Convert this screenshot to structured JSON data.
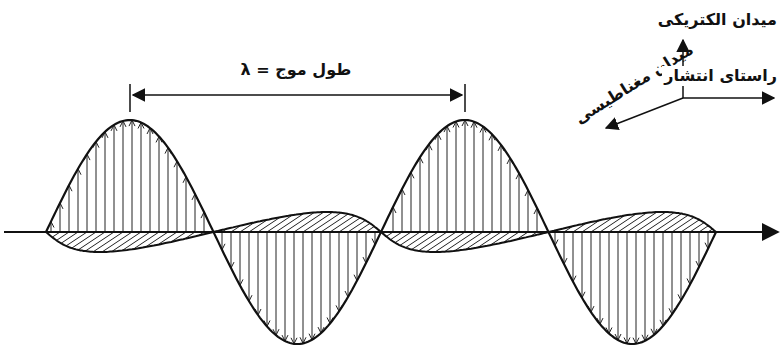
{
  "diagram": {
    "labels": [
      "طول موج = λ",
      "میدان الکتریکی",
      "میدان مغناطیسی",
      "راستای انتشار"
    ]
  }
}
